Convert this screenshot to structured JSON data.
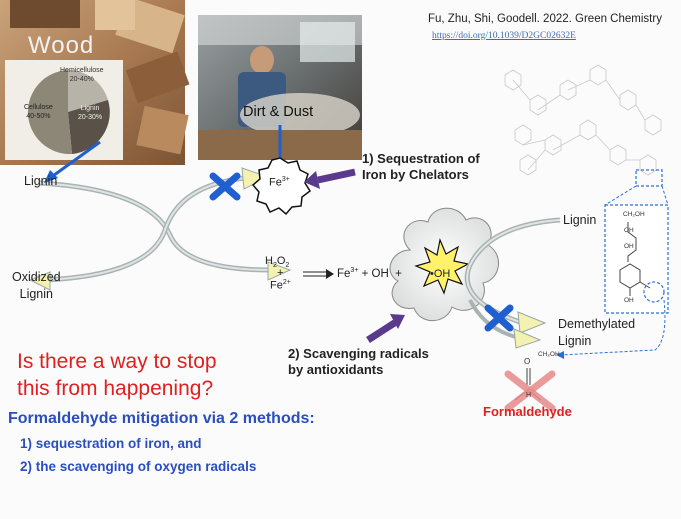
{
  "citation": {
    "text": "Fu, Zhu, Shi, Goodell. 2022. Green Chemistry",
    "doi": "https://doi.org/10.1039/D2GC02632E"
  },
  "wood_photo": {
    "title": "Wood",
    "pie": {
      "hemicellulose": "Hemicellulose\n20-40%",
      "cellulose": "Cellulose\n40-50%",
      "lignin": "Lignin\n20-30%"
    }
  },
  "dust_photo": {
    "caption": "Dirt & Dust"
  },
  "diagram": {
    "lignin_left": "Lignin",
    "oxidized_lignin": "Oxidized\nLignin",
    "fe3_center": "Fe",
    "fe3_center_sup": "3+",
    "h2o2": "H",
    "h2o2_sub1": "2",
    "h2o2_o": "O",
    "h2o2_sub2": "2",
    "plus": "+",
    "fe2": "Fe",
    "fe2_sup": "2+",
    "reaction_fe3": "Fe",
    "reaction_fe3_sup": "3+",
    "reaction_rest": " + OH  +",
    "oh_radical": "•OH",
    "lignin_right": "Lignin",
    "demethylated_lignin": "Demethylated\nLignin",
    "ch2oh_small": "CH₂OH",
    "formaldehyde": "Formaldehyde",
    "formaldehyde_o": "O",
    "formaldehyde_h": "H",
    "struct_ch2oh": "CH₂OH",
    "struct_oh1": "OH",
    "struct_oh2": "OH",
    "struct_oh3": "OH",
    "step1": "1) Sequestration of\nIron by Chelators",
    "step2": "2) Scavenging radicals\nby antioxidants"
  },
  "bottom": {
    "question": "Is there a way to stop\nthis from happening?",
    "mitigation_title": "Formaldehyde mitigation via 2 methods:",
    "methods": [
      "1) sequestration of iron, and",
      "2) the scavenging of oxygen radicals"
    ]
  },
  "colors": {
    "question_red": "#e02020",
    "method_blue": "#2a4ec0",
    "cross_blue": "#1f5fd0",
    "arrow_purple": "#5a3a8c",
    "arrow_yellow": "#f4f2b0",
    "arrow_gray": "#9aa7a7"
  }
}
